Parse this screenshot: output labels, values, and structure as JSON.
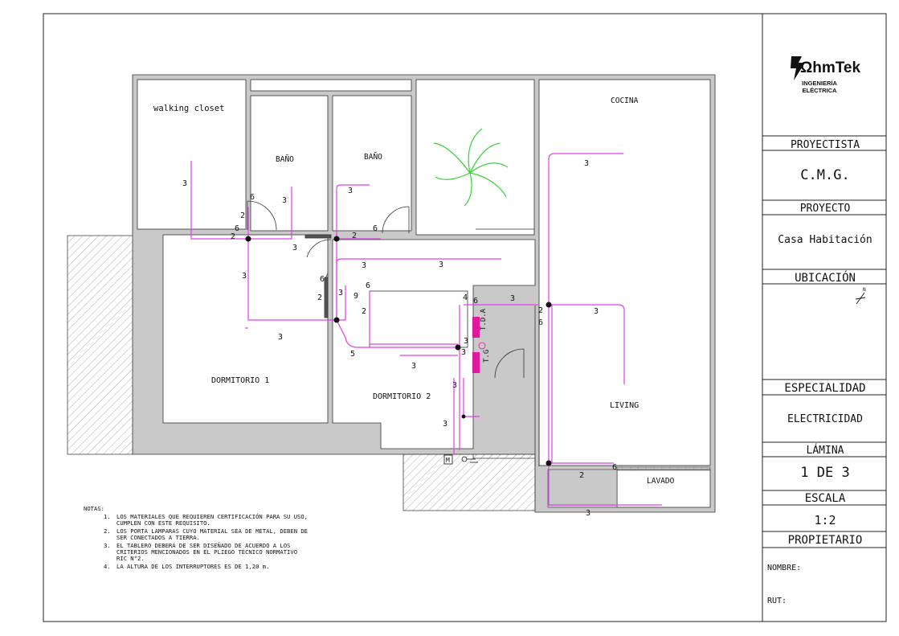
{
  "title_block": {
    "logo_text": "ΩhmTek",
    "logo_sub1": "INGENIERÍA",
    "logo_sub2": "ELÉCTRICA",
    "proyectista_label": "PROYECTISTA",
    "proyectista_value": "C.M.G.",
    "proyecto_label": "PROYECTO",
    "proyecto_value": "Casa Habitación",
    "ubicacion_label": "UBICACIÓN",
    "especialidad_label": "ESPECIALIDAD",
    "especialidad_value": "ELECTRICIDAD",
    "lamina_label": "LÁMINA",
    "lamina_value": "1 DE 3",
    "escala_label": "ESCALA",
    "escala_value": "1:2",
    "propietario_label": "PROPIETARIO",
    "nombre_label": "NOMBRE:",
    "rut_label": "RUT:",
    "north_label": "N"
  },
  "rooms": {
    "walking_closet": "walking closet",
    "bano_1": "BAÑO",
    "bano_2": "BAÑO",
    "cocina": "COCINA",
    "dormitorio_1": "DORMITORIO 1",
    "dormitorio_2": "DORMITORIO 2",
    "living": "LIVING",
    "lavado": "LAVADO"
  },
  "panels": {
    "tda": "T.D.A",
    "tg": "T.G",
    "meter": "M"
  },
  "circuit_labels": {
    "c01": "3",
    "c02": "2",
    "c03": "6",
    "c04": "2",
    "c05": "6",
    "c06": "2",
    "c07": "3",
    "c08": "3",
    "c09": "3",
    "c10": "6",
    "c11": "2",
    "c12": "3",
    "c13": "3",
    "c14": "3",
    "c15": "6",
    "c16": "2",
    "c17": "3",
    "c18": "6",
    "c19": "9",
    "c20": "2",
    "c21": "5",
    "c22": "3",
    "c23": "4",
    "c24": "6",
    "c25": "3",
    "c26": "3",
    "c27": "3",
    "c28": "3",
    "c29": "3",
    "c30": "2",
    "c31": "6",
    "c32": "3",
    "c33": "2",
    "c34": "6",
    "c35": "3",
    "c36": "3",
    "c37": "3"
  },
  "notes": {
    "heading": "NOTAS:",
    "items": [
      {
        "num": "1.",
        "lines": [
          "LOS MATERIALES QUE REQUIEREN CERTIFICACIÓN PARA SU USO,",
          "CUMPLEN CON ESTE REQUISITO."
        ]
      },
      {
        "num": "2.",
        "lines": [
          "LOS PORTA LAMPARAS CUYO MATERIAL SEA DE METAL, DEBEN DE",
          "SER CONECTADOS A TIERRA."
        ]
      },
      {
        "num": "3.",
        "lines": [
          "EL TABLERO DEBERÁ DE SER DISEÑADO DE ACUERDO A LOS",
          "CRITERIOS MENCIONADOS EN EL PLIEGO TÉCNICO NORMATIVO",
          "RIC N°2."
        ]
      },
      {
        "num": "4.",
        "lines": [
          "LA ALTURA DE LOS INTERRUPTORES ES DE 1,20 m."
        ]
      }
    ]
  },
  "colors": {
    "wire": "#e040e8",
    "panel": "#e01aa0",
    "plant": "#3bd13b",
    "wall": "#c9c9c9",
    "logo": "#111111"
  }
}
